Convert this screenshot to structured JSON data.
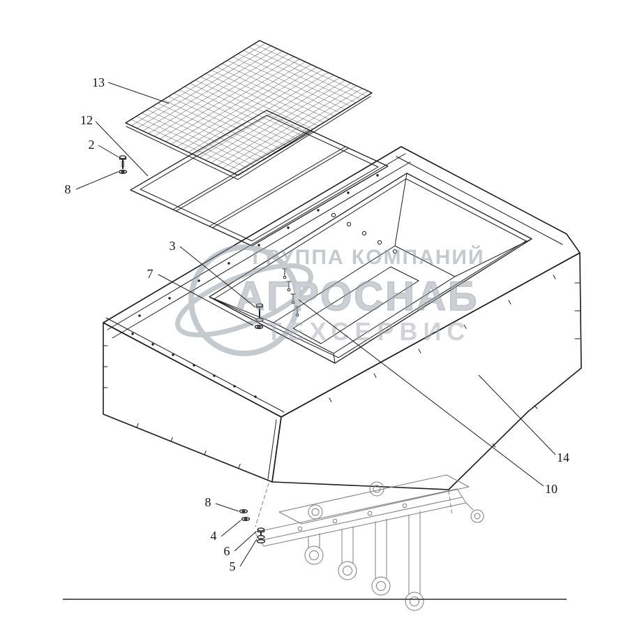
{
  "callouts": [
    {
      "label": "13"
    },
    {
      "label": "12"
    },
    {
      "label": "2"
    },
    {
      "label": "8"
    },
    {
      "label": "3"
    },
    {
      "label": "7"
    },
    {
      "label": "14"
    },
    {
      "label": "10"
    },
    {
      "label": "8"
    },
    {
      "label": "4"
    },
    {
      "label": "6"
    },
    {
      "label": "5"
    }
  ],
  "watermark": {
    "logo_icon": "orbit-ring-logo",
    "line1": "ГРУППА КОМПАНИЙ",
    "line2": "АГРОСНАБ",
    "line3": "ТЕХСЕРВИС"
  },
  "colors": {
    "ink": "#1c1c1c",
    "secondary": "#7c7c7c",
    "watermark": "#96a0a9",
    "background": "#ffffff"
  }
}
